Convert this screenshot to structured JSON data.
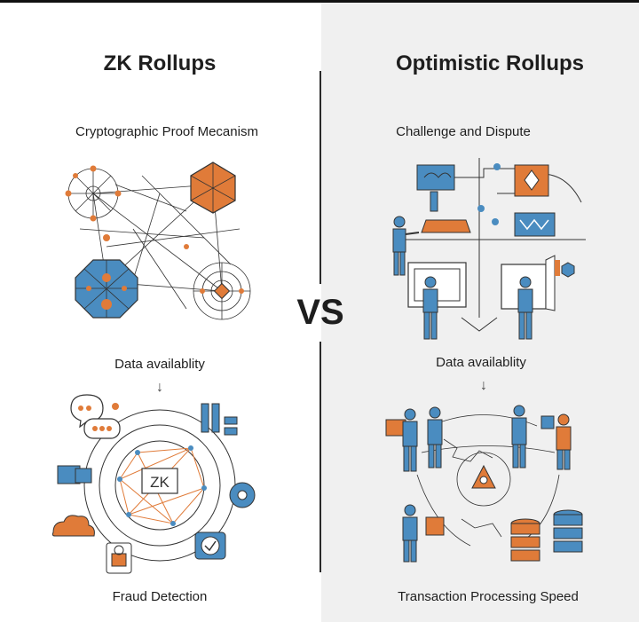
{
  "left": {
    "title": "ZK Rollups",
    "section1": "Cryptographic Proof Mecanism",
    "section2": "Data availablity",
    "section3": "Fraud Detection",
    "center_label": "ZK"
  },
  "right": {
    "title": "Optimistic Rollups",
    "section1": "Challenge and Dispute",
    "section2": "Data availablity",
    "section3": "Transaction Processing Speed"
  },
  "vs_label": "VS",
  "arrow_glyph": "↓",
  "colors": {
    "blue": "#4a8cc0",
    "orange": "#e07b39",
    "line": "#333333",
    "right_bg": "#f0f0f0"
  }
}
